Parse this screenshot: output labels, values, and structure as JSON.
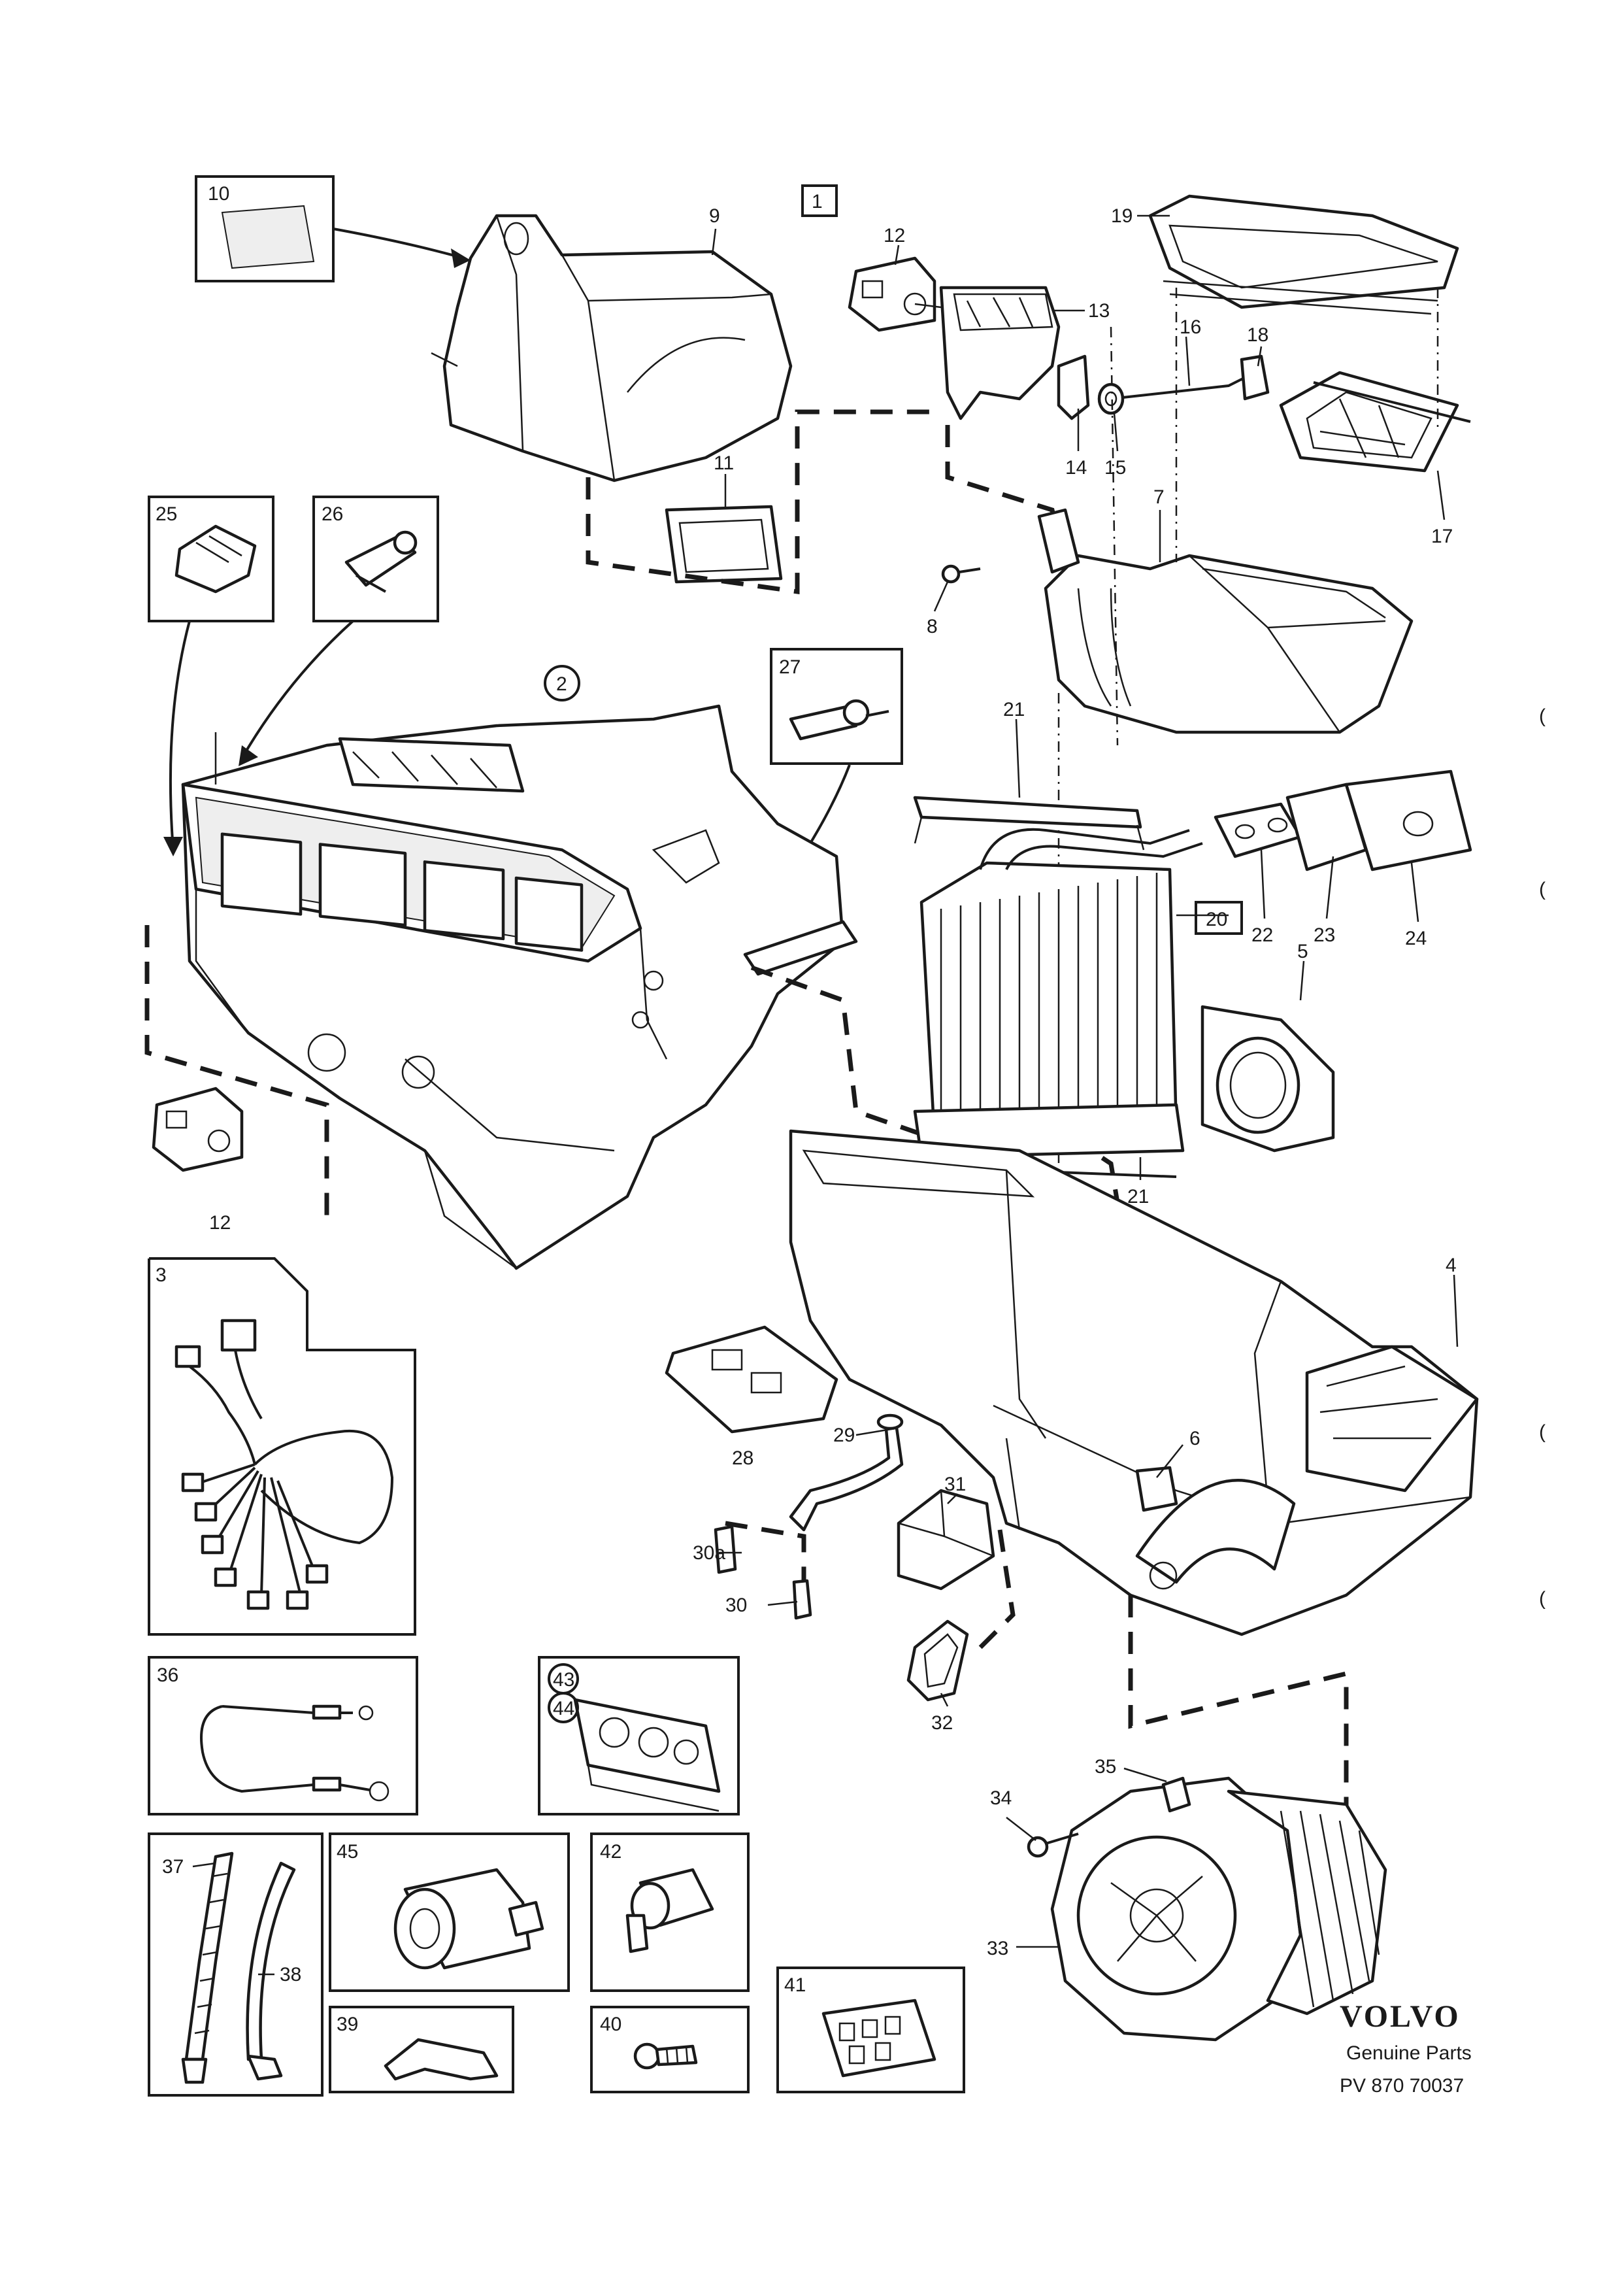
{
  "brand": {
    "name": "VOLVO",
    "subtitle": "Genuine Parts",
    "code": "PV 870 70037"
  },
  "callouts": [
    "1",
    "2",
    "3",
    "4",
    "5",
    "6",
    "7",
    "8",
    "9",
    "10",
    "11",
    "12",
    "12",
    "13",
    "14",
    "15",
    "16",
    "17",
    "18",
    "19",
    "20",
    "21",
    "21",
    "22",
    "23",
    "24",
    "25",
    "26",
    "27",
    "28",
    "29",
    "30a",
    "30",
    "31",
    "32",
    "33",
    "34",
    "35",
    "36",
    "37",
    "38",
    "39",
    "40",
    "41",
    "42",
    "43",
    "44",
    "45"
  ],
  "margin_marks": [
    "(",
    "(",
    "(",
    "("
  ]
}
